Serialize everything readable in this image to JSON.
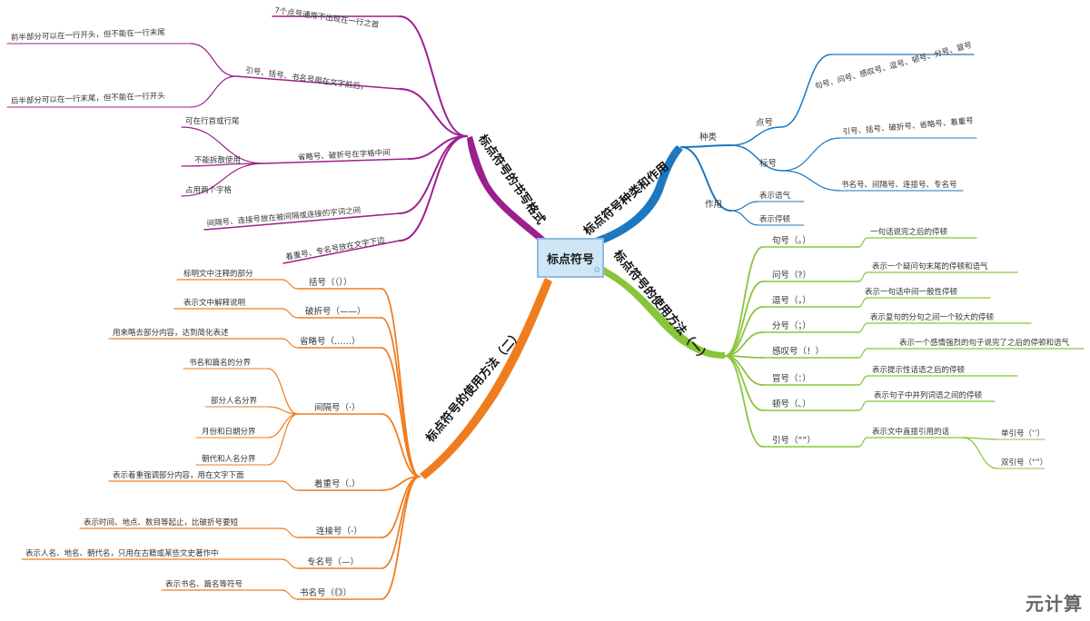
{
  "colors": {
    "magenta": "#9c1f8f",
    "blue": "#1c78c0",
    "green": "#88c53a",
    "orange": "#ef7d1f",
    "text": "#333333"
  },
  "center": {
    "label": "标点符号",
    "icon": "flower-icon"
  },
  "watermark": "元计算",
  "branch_format": {
    "title": "标点符号的书写格式",
    "items": [
      {
        "label": "7个点号通常不出现在一行之首"
      },
      {
        "label": "引号、括号、书名号用在文字前后，",
        "children": [
          "前半部分可以在一行开头，但不能在一行末尾",
          "后半部分可以在一行末尾，但不能在一行开头"
        ]
      },
      {
        "label": "省略号、破折号在字格中间",
        "children": [
          "可在行首或行尾",
          "不能拆散使用",
          "占用两个字格"
        ]
      },
      {
        "label": "间隔号、连接号放在被间隔或连接的字词之间"
      },
      {
        "label": "着重号、专名号放在文字下边"
      }
    ]
  },
  "branch_types": {
    "title": "标点符号种类和作用",
    "kinds": {
      "label": "种类",
      "point": {
        "label": "点号",
        "desc": "句号、问号、感叹号、逗号、顿号、分号、冒号"
      },
      "mark": {
        "label": "标号",
        "children": [
          "引号、括号、破折号、省略号、着重号",
          "书名号、间隔号、连接号、专名号"
        ]
      }
    },
    "use": {
      "label": "作用",
      "children": [
        "表示语气",
        "表示停顿"
      ]
    }
  },
  "branch_usage1": {
    "title": "标点符号的使用方法（一）",
    "items": [
      {
        "name": "句号（。）",
        "desc": "一句话说完之后的停顿"
      },
      {
        "name": "问号（?）",
        "desc": "表示一个疑问句末尾的停顿和语气"
      },
      {
        "name": "逗号（，）",
        "desc": "表示一句话中间一般性停顿"
      },
      {
        "name": "分号（；）",
        "desc": "表示复句的分句之间一个较大的停顿"
      },
      {
        "name": "感叹号（！）",
        "desc": "表示一个感情强烈的句子说完了之后的停顿和语气"
      },
      {
        "name": "冒号（：）",
        "desc": "表示提示性话语之后的停顿"
      },
      {
        "name": "顿号（、）",
        "desc": "表示句子中并列词语之间的停顿"
      },
      {
        "name": "引号（“”）",
        "desc": "表示文中直接引用的话",
        "children": [
          "单引号（‘’）",
          "双引号（“”）"
        ]
      }
    ]
  },
  "branch_usage2": {
    "title": "标点符号的使用方法（二）",
    "items": [
      {
        "name": "括号（（））",
        "desc": "标明文中注释的部分"
      },
      {
        "name": "破折号（——）",
        "desc": "表示文中解释说明"
      },
      {
        "name": "省略号（……）",
        "desc": "用来略去部分内容，达到简化表述"
      },
      {
        "name": "间隔号（·）",
        "children": [
          "书名和篇名的分界",
          "部分人名分界",
          "月份和日期分界",
          "朝代和人名分界"
        ]
      },
      {
        "name": "着重号（.）",
        "desc": "表示着重强调部分内容，用在文字下面"
      },
      {
        "name": "连接号（-）",
        "desc": "表示时间、地点、数目等起止，比破折号要短"
      },
      {
        "name": "专名号（—）",
        "desc": "表示人名、地名、朝代名，只用在古籍或某些文史著作中"
      },
      {
        "name": "书名号（《》）",
        "desc": "表示书名、篇名等符号"
      }
    ]
  }
}
